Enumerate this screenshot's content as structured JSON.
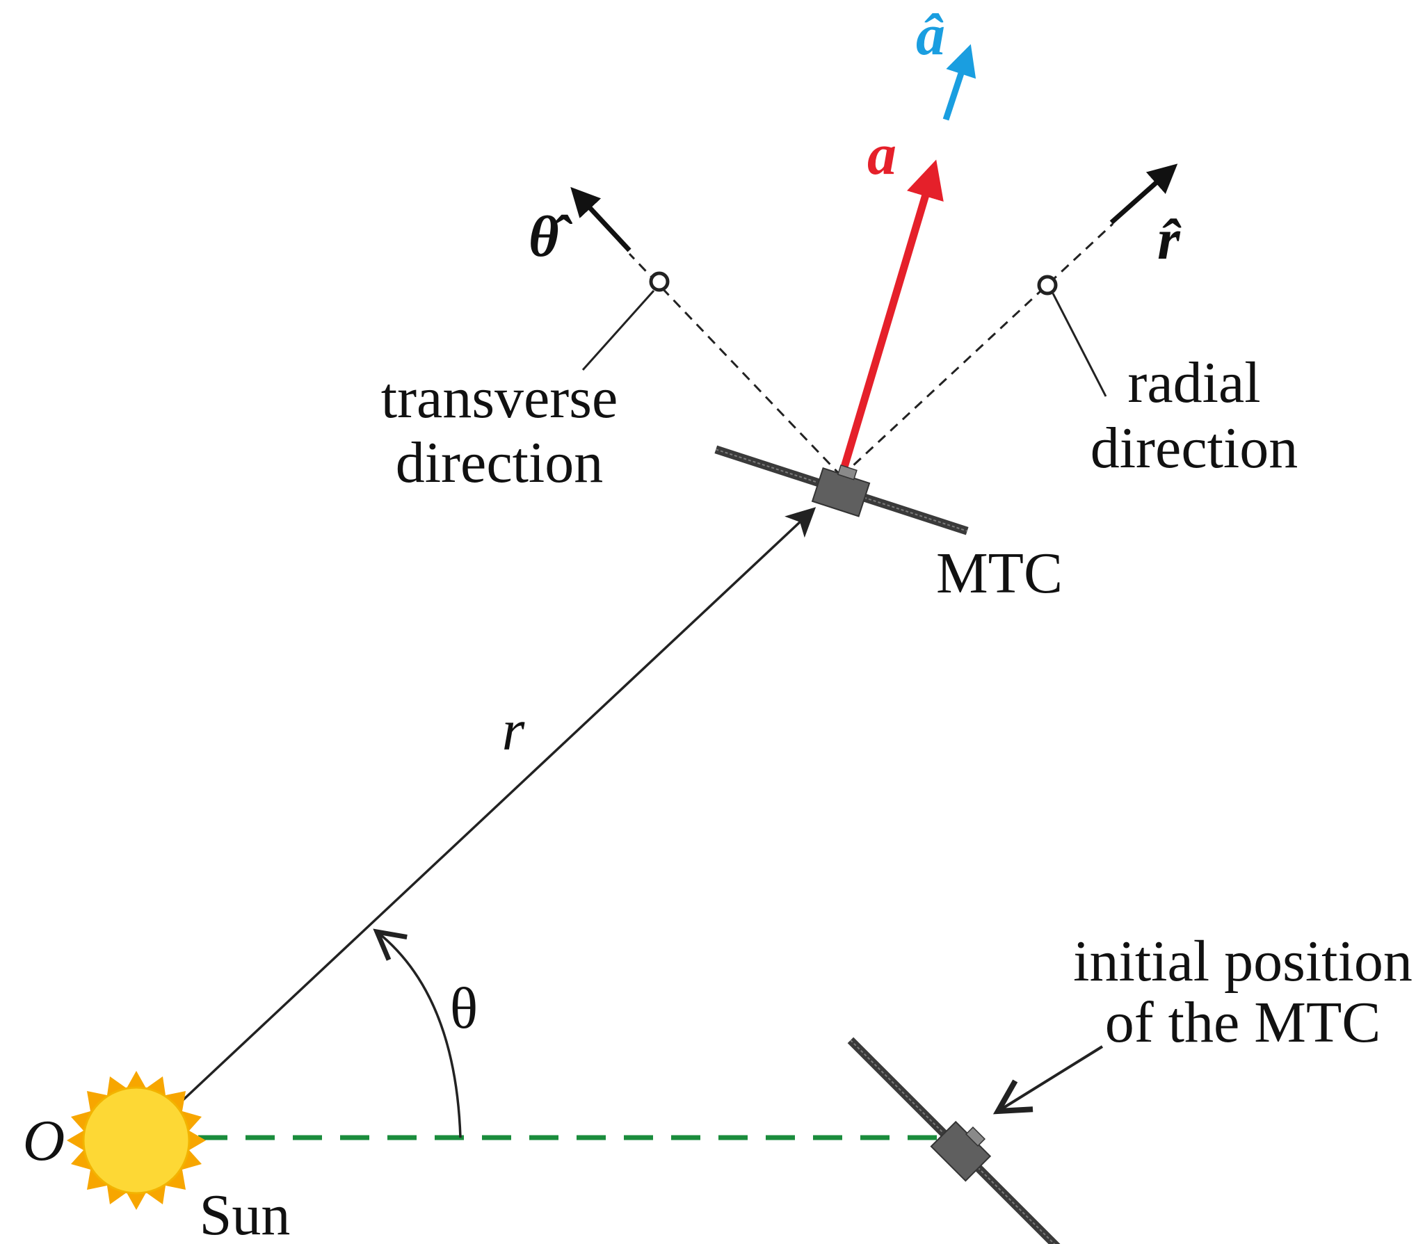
{
  "labels": {
    "theta_hat": "θ̂",
    "r_hat": "r̂",
    "a": "a",
    "a_hat": "â",
    "transverse_line1": "transverse",
    "transverse_line2": "direction",
    "radial_line1": "radial",
    "radial_line2": "direction",
    "mtc": "MTC",
    "r": "r",
    "theta": "θ",
    "origin": "O",
    "sun": "Sun",
    "initial_line1": "initial position",
    "initial_line2": "of the MTC"
  },
  "colors": {
    "acceleration": "#e5202a",
    "unit_acceleration": "#1a9ee0",
    "reference_line": "#1a8c3c",
    "sun_core": "#fdd835",
    "sun_rays": "#f7a600",
    "ink": "#222222",
    "spacecraft_body": "#5f5f5f",
    "solar_panel": "#3a3a3a"
  },
  "icons": {
    "sun": "sun-icon",
    "spacecraft": "spacecraft-icon"
  }
}
